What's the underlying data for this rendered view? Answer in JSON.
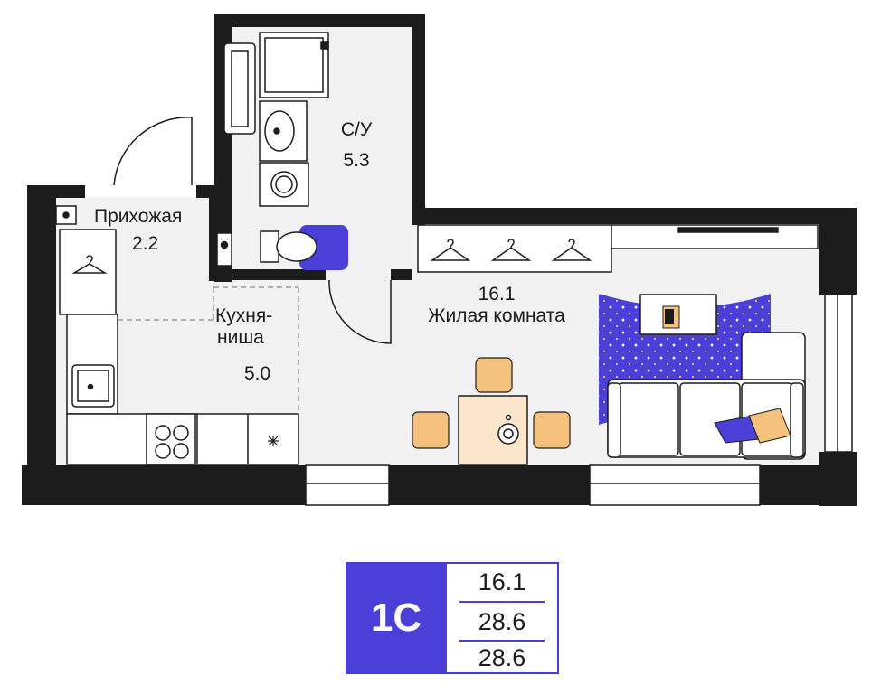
{
  "colors": {
    "wall": "#1c1c1c",
    "floor": "#f2f2f2",
    "accent": "#4a40d8",
    "furniture_orange": "#f5c27e",
    "table": "#fbe6cc"
  },
  "rooms": {
    "bathroom": {
      "name": "С/У",
      "area": "5.3"
    },
    "hallway": {
      "name": "Прихожая",
      "area": "2.2"
    },
    "kitchen": {
      "name_line1": "Кухня-",
      "name_line2": "ниша",
      "area": "5.0"
    },
    "living": {
      "area": "16.1",
      "name": "Жилая комната"
    }
  },
  "summary": {
    "type": "1С",
    "living_area": "16.1",
    "total_area": "28.6",
    "total_area_2": "28.6"
  },
  "icons": [
    "hanger-icon",
    "stove-icon",
    "sink-icon",
    "toilet-icon",
    "shower-tray-icon",
    "washing-machine-icon",
    "fan-icon",
    "sofa-icon",
    "tv-icon",
    "dining-table-icon"
  ]
}
